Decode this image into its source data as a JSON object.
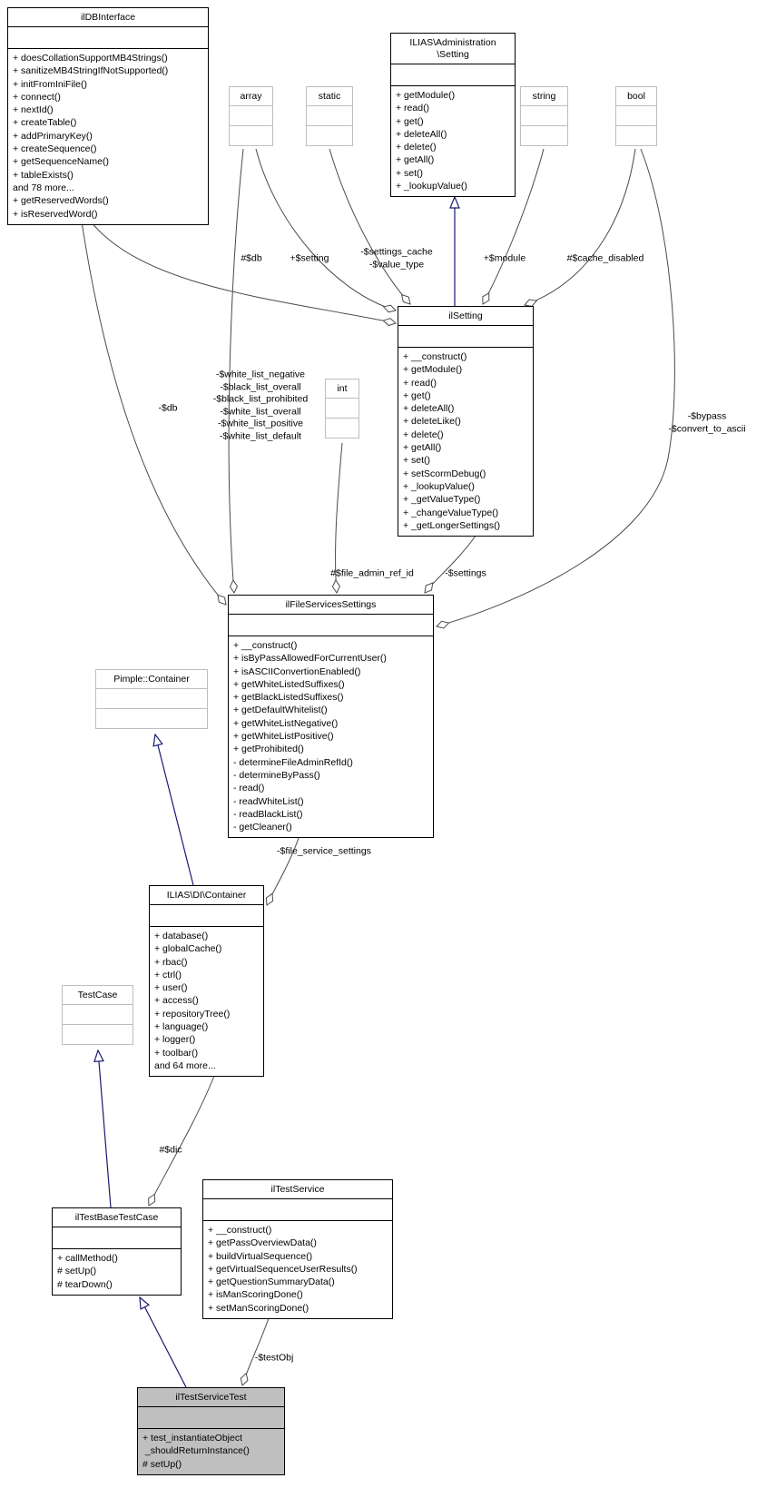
{
  "diagram": {
    "type": "uml-collaboration-graph",
    "colors": {
      "inheritance_edge": "#191970",
      "aggregation_edge": "#4a4a4a",
      "class_border": "#000000",
      "external_border": "#bebebe",
      "focus_fill": "#bfbfbf",
      "background": "#ffffff"
    },
    "classes": [
      {
        "id": "ildbinterface",
        "title": "ilDBInterface",
        "members": [
          "+ doesCollationSupportMB4Strings()",
          "+ sanitizeMB4StringIfNotSupported()",
          "+ initFromIniFile()",
          "+ connect()",
          "+ nextId()",
          "+ createTable()",
          "+ addPrimaryKey()",
          "+ createSequence()",
          "+ getSequenceName()",
          "+ tableExists()",
          "and 78 more...",
          "+ getReservedWords()",
          "+ isReservedWord()"
        ]
      },
      {
        "id": "ilias-administration-setting",
        "title": "ILIAS\\Administration\n\\Setting",
        "members": [
          "+ getModule()",
          "+ read()",
          "+ get()",
          "+ deleteAll()",
          "+ delete()",
          "+ getAll()",
          "+ set()",
          "+ _lookupValue()"
        ]
      },
      {
        "id": "array",
        "title": "array",
        "members": []
      },
      {
        "id": "static",
        "title": "static",
        "members": []
      },
      {
        "id": "string",
        "title": "string",
        "members": []
      },
      {
        "id": "bool",
        "title": "bool",
        "members": []
      },
      {
        "id": "ilsetting",
        "title": "ilSetting",
        "members": [
          "+ __construct()",
          "+ getModule()",
          "+ read()",
          "+ get()",
          "+ deleteAll()",
          "+ deleteLike()",
          "+ delete()",
          "+ getAll()",
          "+ set()",
          "+ setScormDebug()",
          "+ _lookupValue()",
          "+ _getValueType()",
          "+ _changeValueType()",
          "+ _getLongerSettings()"
        ]
      },
      {
        "id": "int",
        "title": "int",
        "members": []
      },
      {
        "id": "ilfileservicessettings",
        "title": "ilFileServicesSettings",
        "members": [
          "+ __construct()",
          "+ isByPassAllowedForCurrentUser()",
          "+ isASCIIConvertionEnabled()",
          "+ getWhiteListedSuffixes()",
          "+ getBlackListedSuffixes()",
          "+ getDefaultWhitelist()",
          "+ getWhiteListNegative()",
          "+ getWhiteListPositive()",
          "+ getProhibited()",
          "- determineFileAdminRefId()",
          "- determineByPass()",
          "- read()",
          "- readWhiteList()",
          "- readBlackList()",
          "- getCleaner()"
        ]
      },
      {
        "id": "pimple-container",
        "title": "Pimple::Container",
        "members": []
      },
      {
        "id": "ilias-di-container",
        "title": "ILIAS\\DI\\Container",
        "members": [
          "+ database()",
          "+ globalCache()",
          "+ rbac()",
          "+ ctrl()",
          "+ user()",
          "+ access()",
          "+ repositoryTree()",
          "+ language()",
          "+ logger()",
          "+ toolbar()",
          "and 64 more..."
        ]
      },
      {
        "id": "testcase",
        "title": "TestCase",
        "members": []
      },
      {
        "id": "iltestbasetestcase",
        "title": "ilTestBaseTestCase",
        "members": [
          "+ callMethod()",
          "# setUp()",
          "# tearDown()"
        ]
      },
      {
        "id": "iltestservice",
        "title": "ilTestService",
        "members": [
          "+ __construct()",
          "+ getPassOverviewData()",
          "+ buildVirtualSequence()",
          "+ getVirtualSequenceUserResults()",
          "+ getQuestionSummaryData()",
          "+ isManScoringDone()",
          "+ setManScoringDone()"
        ]
      },
      {
        "id": "iltestservicetest",
        "title": "ilTestServiceTest",
        "members": [
          "+ test_instantiateObject",
          " _shouldReturnInstance()",
          "# setUp()"
        ]
      }
    ],
    "edge_labels": {
      "db_setting": "#$db",
      "setting": "+$setting",
      "settings_cache": "-$settings_cache\n-$value_type",
      "module": "+$module",
      "cache_disabled": "#$cache_disabled",
      "db_files": "-$db",
      "white_lists": "-$white_list_negative\n-$black_list_overall\n-$black_list_prohibited\n-$white_list_overall\n-$white_list_positive\n-$white_list_default",
      "file_admin_ref_id": "#$file_admin_ref_id",
      "settings": "-$settings",
      "bypass": "-$bypass\n-$convert_to_ascii",
      "file_service_settings": "-$file_service_settings",
      "dic": "#$dic",
      "testobj": "-$testObj"
    }
  }
}
